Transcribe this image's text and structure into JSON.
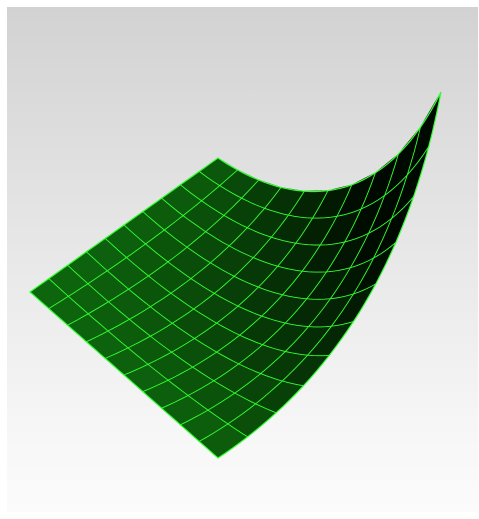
{
  "viewport": {
    "background_top": "#d2d2d2",
    "background_bottom": "#fbfbfb"
  },
  "surface": {
    "type": "curved-surface",
    "fill_color_light": "#0e6a0e",
    "fill_color_dark": "#000900",
    "grid_color": "#33ff33",
    "grid_divisions_u": 10,
    "grid_divisions_v": 10
  }
}
